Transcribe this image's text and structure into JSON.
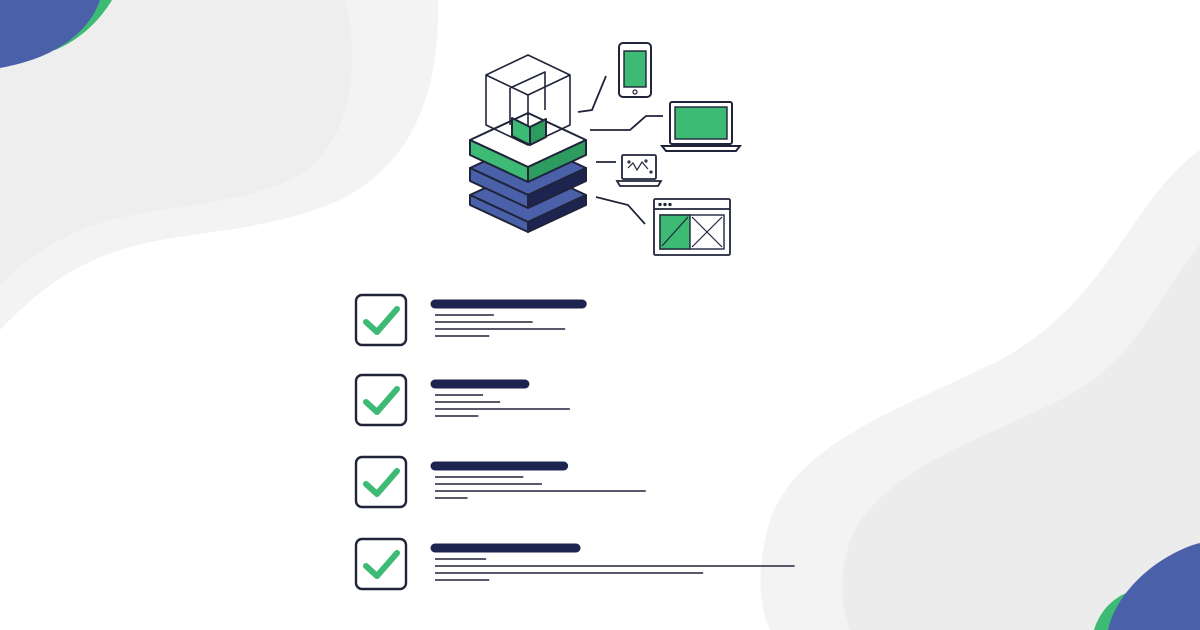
{
  "colors": {
    "background": "#ffffff",
    "blob_light": "#f2f2f3",
    "blob_mid": "#ebebec",
    "brand_blue": "#4a60a9",
    "brand_green": "#3dba74",
    "navy": "#1d2450",
    "outline": "#20243a"
  },
  "illustration": {
    "server": {
      "layers": [
        "green",
        "blue",
        "blue"
      ],
      "icon": "server-stack-icon"
    },
    "connected_devices": [
      {
        "icon": "smartphone-icon"
      },
      {
        "icon": "laptop-icon"
      },
      {
        "icon": "mini-laptop-icon"
      },
      {
        "icon": "browser-window-icon"
      }
    ]
  },
  "checklist": {
    "items": [
      {
        "icon": "checkmark-icon",
        "checked": true,
        "title_fraction": 0.95,
        "line_fractions": [
          0.38,
          0.63,
          0.84,
          0.35
        ]
      },
      {
        "icon": "checkmark-icon",
        "checked": true,
        "title_fraction": 0.58,
        "line_fractions": [
          0.31,
          0.42,
          0.87,
          0.28
        ]
      },
      {
        "icon": "checkmark-icon",
        "checked": true,
        "title_fraction": 0.83,
        "line_fractions": [
          0.57,
          0.69,
          1.36,
          0.21
        ]
      },
      {
        "icon": "checkmark-icon",
        "checked": true,
        "title_fraction": 0.91,
        "line_fractions": [
          0.33,
          2.32,
          1.73,
          0.35
        ]
      }
    ]
  }
}
